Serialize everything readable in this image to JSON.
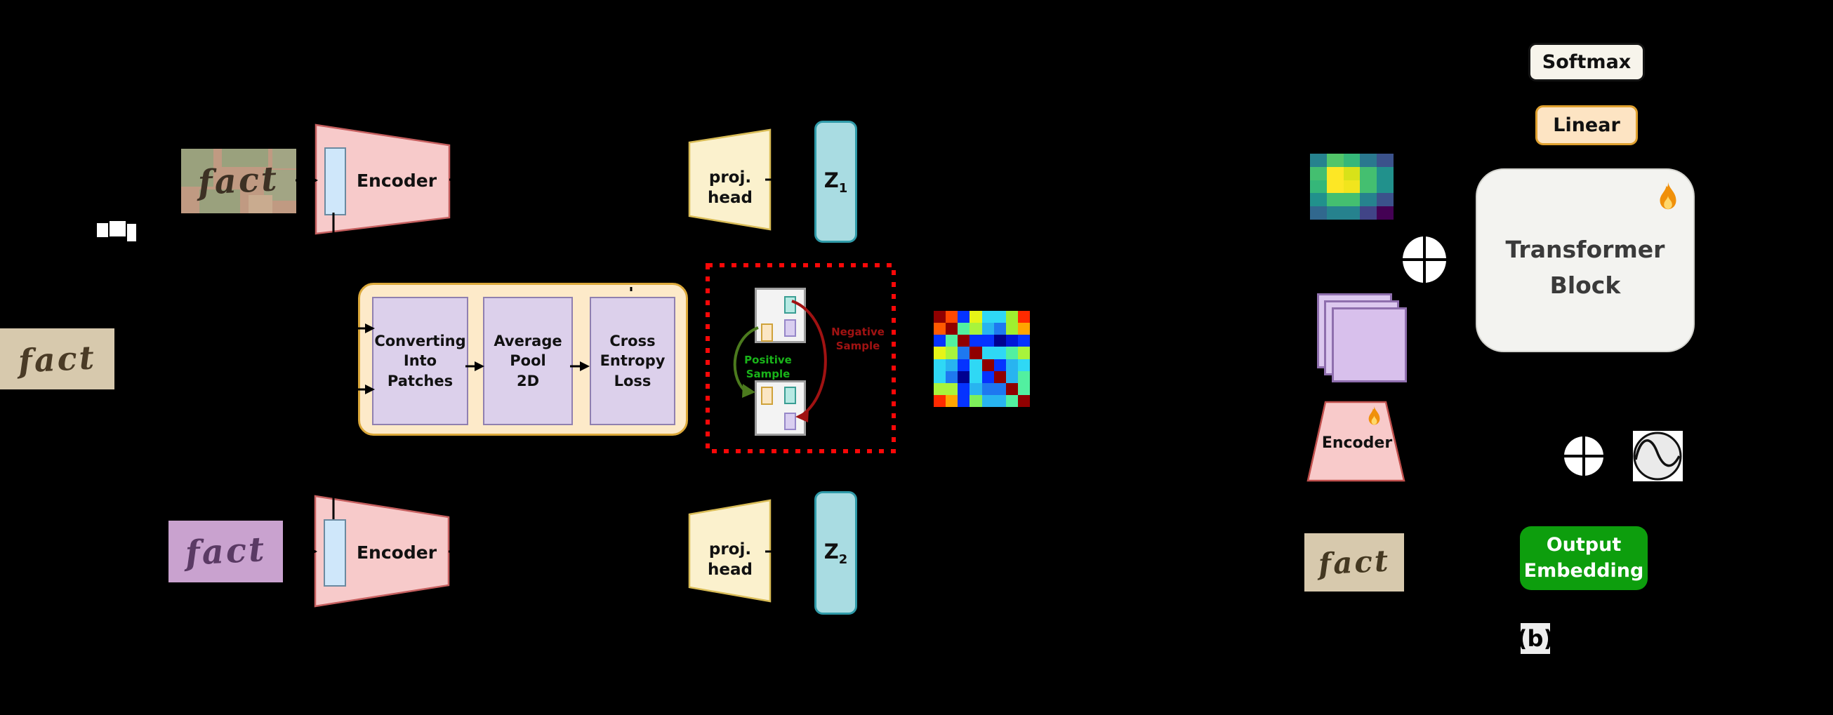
{
  "colors": {
    "background": "#000000",
    "encoder_fill": "#f7caca",
    "encoder_border": "#c65f5f",
    "proj_head_fill": "#fbf1cd",
    "proj_head_border": "#d9bc56",
    "z_fill": "#a9dce2",
    "pipeline_fill": "#fdeac9",
    "pipeline_border": "#dba83a",
    "step_fill": "#dcd0eb",
    "contrast_border_red": "#fb0808",
    "positive_green": "#19b419",
    "negative_red": "#a01212",
    "output_embedding_green": "#0d9e0d"
  },
  "contrastive": {
    "aug_image_top": "fact",
    "source_image": "fact",
    "aug_image_bottom": "fact",
    "encoder_top_label": "Encoder",
    "encoder_bottom_label": "Encoder",
    "proj_head_top": {
      "line1": "proj.",
      "line2": "head"
    },
    "proj_head_bottom": {
      "line1": "proj.",
      "line2": "head"
    },
    "z1": {
      "base": "Z",
      "sub": "1"
    },
    "z2": {
      "base": "Z",
      "sub": "2"
    },
    "pipeline_steps": [
      {
        "lines": [
          "Converting",
          "Into",
          "Patches"
        ]
      },
      {
        "lines": [
          "Average",
          "Pool",
          "2D"
        ]
      },
      {
        "lines": [
          "Cross",
          "Entropy",
          "Loss"
        ]
      }
    ],
    "contrast_region": {
      "positive": {
        "line1": "Positive",
        "line2": "Sample"
      },
      "negative": {
        "line1": "Negative",
        "line2": "Sample"
      }
    }
  },
  "decoder": {
    "softmax_label": "Softmax",
    "linear_label": "Linear",
    "transformer": {
      "line1": "Transformer",
      "line2": "Block"
    },
    "encoder_label": "Encoder",
    "output_embedding": {
      "line1": "Output",
      "line2": "Embedding"
    },
    "input_image": "fact",
    "caption": "(b)"
  },
  "heatmaps": {
    "similarity_matrix": {
      "rows": 8,
      "cols": 8,
      "cell_colors": [
        [
          "#900000",
          "#ff4800",
          "#0533ff",
          "#e6f418",
          "#2fd8f5",
          "#2fd8f5",
          "#a0ef2f",
          "#ff2a00"
        ],
        [
          "#ff5a00",
          "#900000",
          "#52f0a0",
          "#a8f43c",
          "#28b4f0",
          "#1e78f0",
          "#a0ef2f",
          "#ffa500"
        ],
        [
          "#0533ff",
          "#52f0a0",
          "#900000",
          "#0533ff",
          "#0533ff",
          "#000090",
          "#0016d8",
          "#0533ff"
        ],
        [
          "#e6f418",
          "#a8f43c",
          "#1e78f0",
          "#900000",
          "#2fd8f5",
          "#2fd8f5",
          "#52f0a0",
          "#a8f43c"
        ],
        [
          "#2fd8f5",
          "#28b4f0",
          "#0533ff",
          "#2fd8f5",
          "#900000",
          "#0533ff",
          "#28b4f0",
          "#2fd8f5"
        ],
        [
          "#2fd8f5",
          "#1e78f0",
          "#000090",
          "#2fd8f5",
          "#0533ff",
          "#900000",
          "#28b4f0",
          "#52f0a0"
        ],
        [
          "#a8f43c",
          "#a8f43c",
          "#0533ff",
          "#28b4f0",
          "#1e78f0",
          "#1e78f0",
          "#900000",
          "#52f0a0"
        ],
        [
          "#ff2a00",
          "#ffa500",
          "#0533ff",
          "#7df05a",
          "#28b4f0",
          "#28b4f0",
          "#52f0a0",
          "#900000"
        ]
      ]
    },
    "feature_map": {
      "rows": 5,
      "cols": 5,
      "cell_colors": [
        [
          "#26828e",
          "#52c569",
          "#35b779",
          "#2a788e",
          "#3b528b"
        ],
        [
          "#44bf70",
          "#fde725",
          "#d8e219",
          "#44bf70",
          "#21918c"
        ],
        [
          "#35b779",
          "#fde725",
          "#f1e51d",
          "#44bf70",
          "#21918c"
        ],
        [
          "#21918c",
          "#44bf70",
          "#44bf70",
          "#26828e",
          "#3b528b"
        ],
        [
          "#31688e",
          "#26828e",
          "#26828e",
          "#414487",
          "#440154"
        ]
      ]
    }
  }
}
